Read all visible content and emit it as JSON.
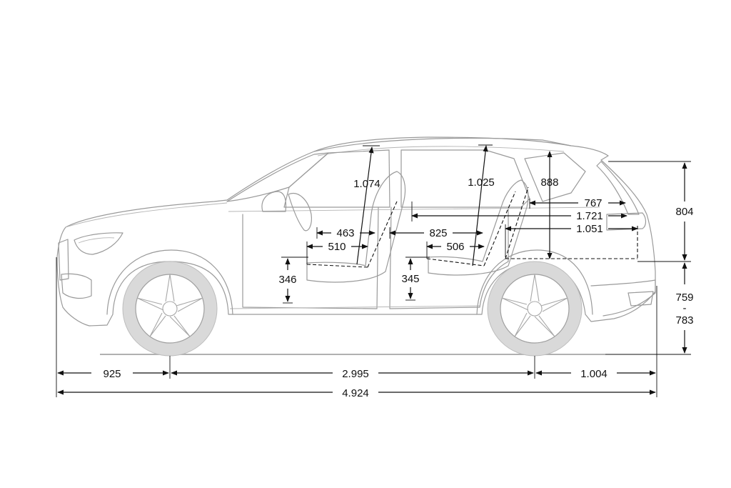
{
  "dimensions": {
    "front_overhang": "925",
    "wheelbase": "2.995",
    "rear_overhang": "1.004",
    "overall_length": "4.924",
    "front_headroom": "1.074",
    "rear_headroom": "1.025",
    "third_row_headroom": "888",
    "cargo_length_upper": "767",
    "cargo_length_folded": "1.721",
    "cargo_length_floor": "1.051",
    "front_seat_depth_upper": "463",
    "front_seat_depth_lower": "510",
    "rear_seat_depth_upper": "825",
    "rear_seat_depth_lower": "506",
    "front_seat_height": "346",
    "rear_seat_height": "345",
    "rear_window_height": "804",
    "loading_sill_height_min": "759",
    "loading_sill_separator": "-",
    "loading_sill_height_max": "783"
  },
  "colors": {
    "vehicle_outline": "#9a9a9a",
    "wheels": "#d9d9d9",
    "dimension_lines": "#111111",
    "background": "#ffffff"
  }
}
